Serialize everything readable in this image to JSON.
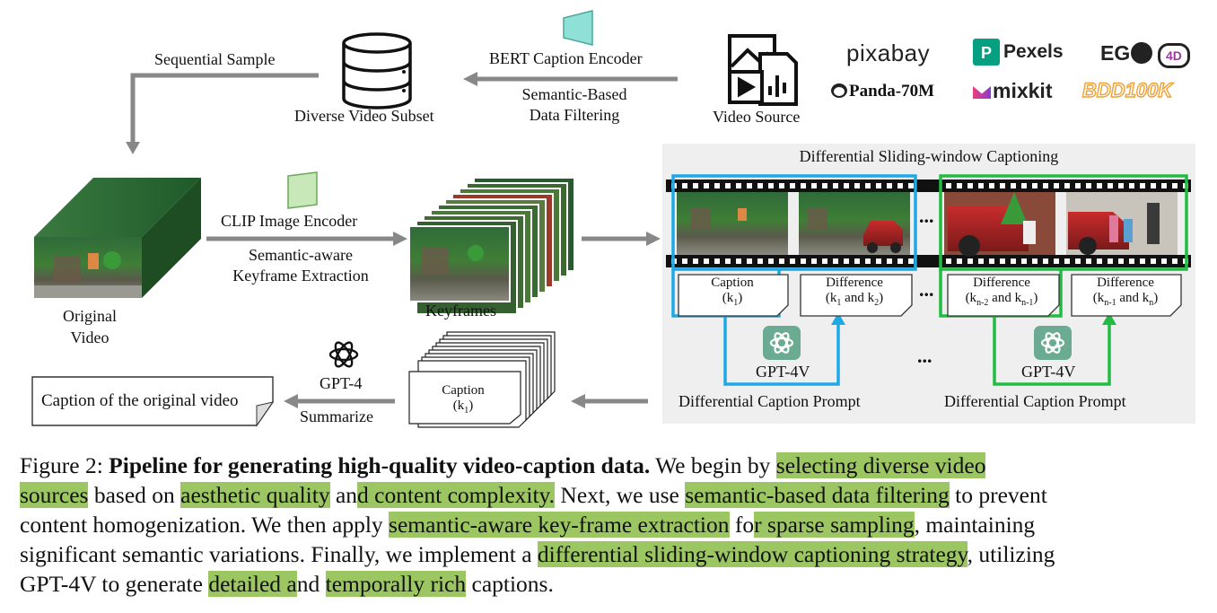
{
  "diagram": {
    "sequential_sample": "Sequential Sample",
    "diverse_video_subset": "Diverse Video Subset",
    "bert_encoder": "BERT Caption Encoder",
    "semantic_filter_line1": "Semantic-Based",
    "semantic_filter_line2": "Data Filtering",
    "video_source": "Video Source",
    "logos": {
      "pixabay": "pixabay",
      "pexels": "Pexels",
      "ego4d_prefix": "EG",
      "ego4d_badge": "4D",
      "panda": "Panda-70M",
      "mixkit": "mixkit",
      "bdd": "BDD100K"
    },
    "clip_encoder": "CLIP Image Encoder",
    "keyframe_extraction_line1": "Semantic-aware",
    "keyframe_extraction_line2": "Keyframe Extraction",
    "original_video_line1": "Original",
    "original_video_line2": "Video",
    "keyframes": "Keyframes",
    "panel_title": "Differential Sliding-window Captioning",
    "ellipsis": "...",
    "notes": [
      {
        "line1": "Caption",
        "line2": "(k",
        "sub2": "1",
        "tail2": ")"
      },
      {
        "line1": "Difference",
        "line2": "(k",
        "sub2": "1",
        "mid2": " and k",
        "sub2b": "2",
        "tail2": ")"
      },
      {
        "line1": "Difference",
        "line2": "(k",
        "sub2": "n-2",
        "mid2": " and k",
        "sub2b": "n-1",
        "tail2": ")"
      },
      {
        "line1": "Difference",
        "line2": "(k",
        "sub2": "n-1",
        "mid2": " and k",
        "sub2b": "n",
        "tail2": ")"
      }
    ],
    "gpt4v": "GPT-4V",
    "diff_prompt": "Differential Caption Prompt",
    "gpt4": "GPT-4",
    "summarize": "Summarize",
    "caption_stack_line1": "Caption",
    "caption_stack_line2": "(k",
    "caption_stack_sub": "1",
    "caption_stack_tail": ")",
    "final_caption": "Caption of the original video",
    "colors": {
      "blue": "#1ea8e6",
      "green": "#22bb44",
      "teal_encoder": "#8fe0d6",
      "clip_encoder": "#c9e8b9",
      "highlight": "#9cc662",
      "panel_bg": "#efefef",
      "arrow": "#888888"
    }
  },
  "caption": {
    "l1_a": "Figure 2: ",
    "l1_b": "Pipeline for generating high-quality video-caption data.",
    "l1_c": " We begin by ",
    "l1_hl": "selecting diverse video",
    "l2_hl1": "sources",
    "l2_a": " based on ",
    "l2_hl2": "aesthetic quality",
    "l2_b": " an",
    "l2_hl3": "d content complexity.",
    "l2_c": " Next, we use ",
    "l2_hl4": "semantic-based data filtering",
    "l2_d": " to prevent",
    "l3_a": "content homogenization. We then apply ",
    "l3_hl1": "semantic-aware key-frame extraction",
    "l3_b": " fo",
    "l3_hl2": "r sparse sampling",
    "l3_c": ", maintaining",
    "l4_a": "significant semantic variations. Finally, we implement a ",
    "l4_hl": "differential sliding-window captioning strategy",
    "l4_b": ", utilizing",
    "l5_a": "GPT-4V to generate ",
    "l5_hl1": "detailed a",
    "l5_b": "nd ",
    "l5_hl2": "temporally rich",
    "l5_c": " captions."
  }
}
